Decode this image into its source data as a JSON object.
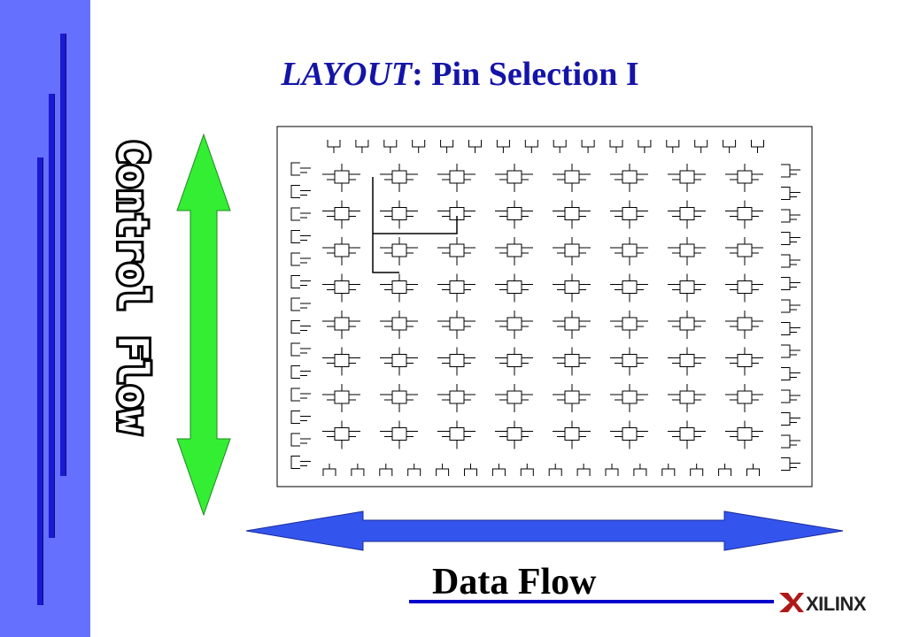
{
  "slide": {
    "title_italic": "LAYOUT",
    "title_rest": ": Pin Selection I",
    "vertical_label": "Control Flow",
    "horizontal_label": "Data Flow",
    "logo_text": "XILINX"
  },
  "colors": {
    "sidebar": "#6670ff",
    "sidebar_bars": "#1a1ad0",
    "title": "#1414a8",
    "control_arrow": "#33ee33",
    "data_arrow": "#3355ee",
    "footer_line": "#0000cc"
  },
  "layout_grid": {
    "cell_rows": 8,
    "cell_cols": 8,
    "top_pins": 16,
    "bottom_pins": 16,
    "left_pins": 14,
    "right_pins": 14
  }
}
